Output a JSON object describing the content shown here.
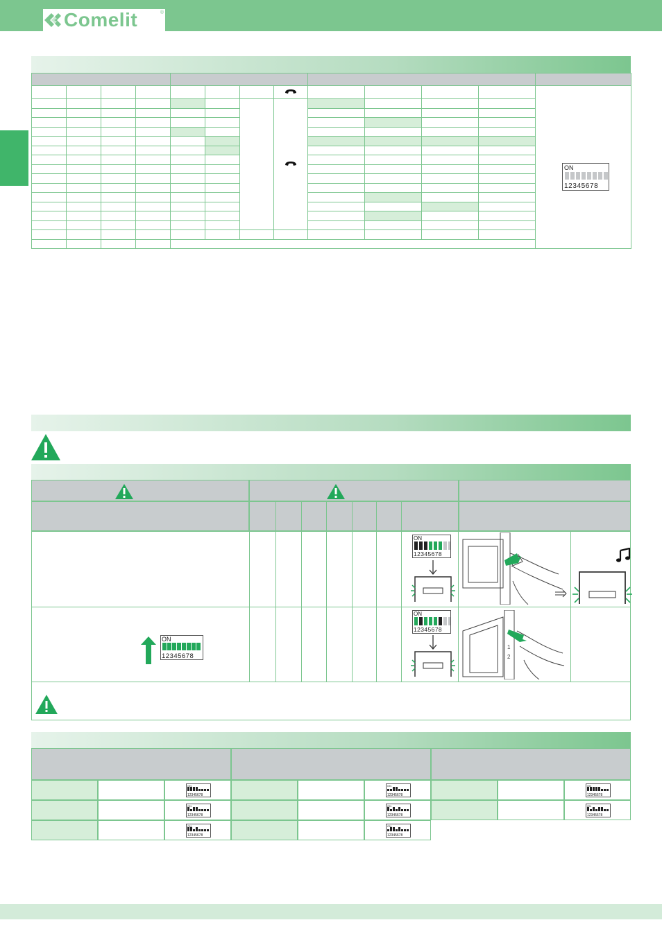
{
  "brand": {
    "name": "Comelit",
    "reg": "®"
  },
  "colors": {
    "brand_green": "#7cc68f",
    "dark_green": "#40b56a",
    "header_grey": "#c8ccce",
    "cell_green": "#d6eed9"
  },
  "icons": {
    "handset": "handset-icon",
    "warning": "warning-triangle-icon",
    "dip": "dip-switch-icon",
    "music": "music-note-icon",
    "arrow_up": "arrow-up-icon",
    "arrow_down": "arrow-down-icon",
    "double_arrow": "double-arrow-right-icon"
  },
  "dip_switch": {
    "on_label": "ON",
    "numbers": "12345678"
  }
}
